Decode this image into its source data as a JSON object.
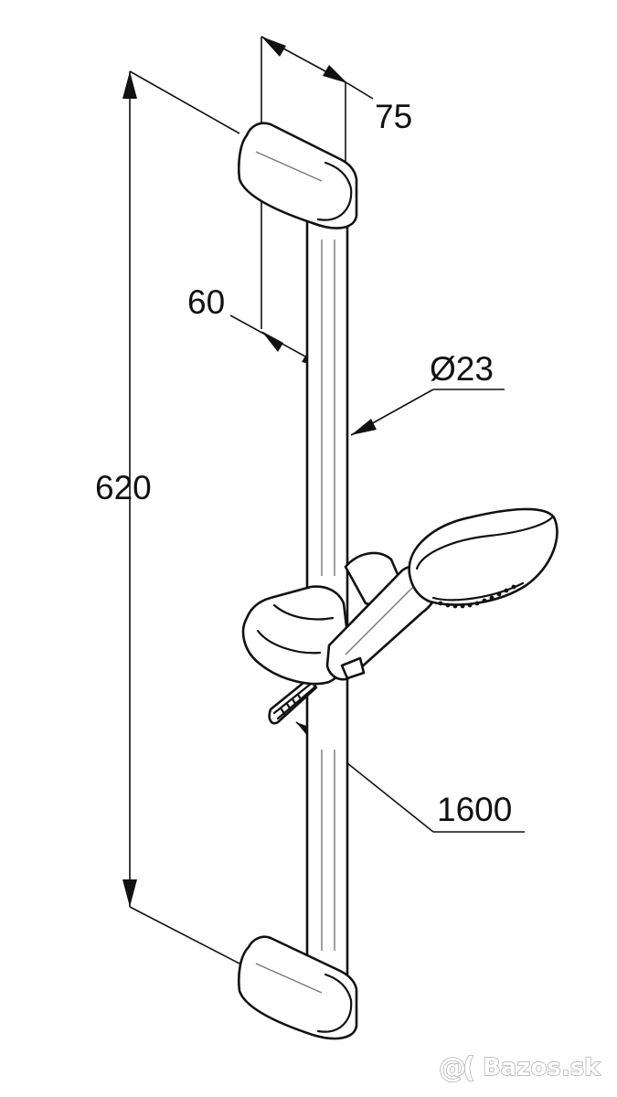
{
  "diagram": {
    "labels": {
      "width_top": "75",
      "offset": "60",
      "diameter": "Ø23",
      "height": "620",
      "hose": "1600"
    }
  },
  "watermark": {
    "text": "Bazos.sk"
  },
  "colors": {
    "line": "#111111",
    "background": "#ffffff"
  }
}
